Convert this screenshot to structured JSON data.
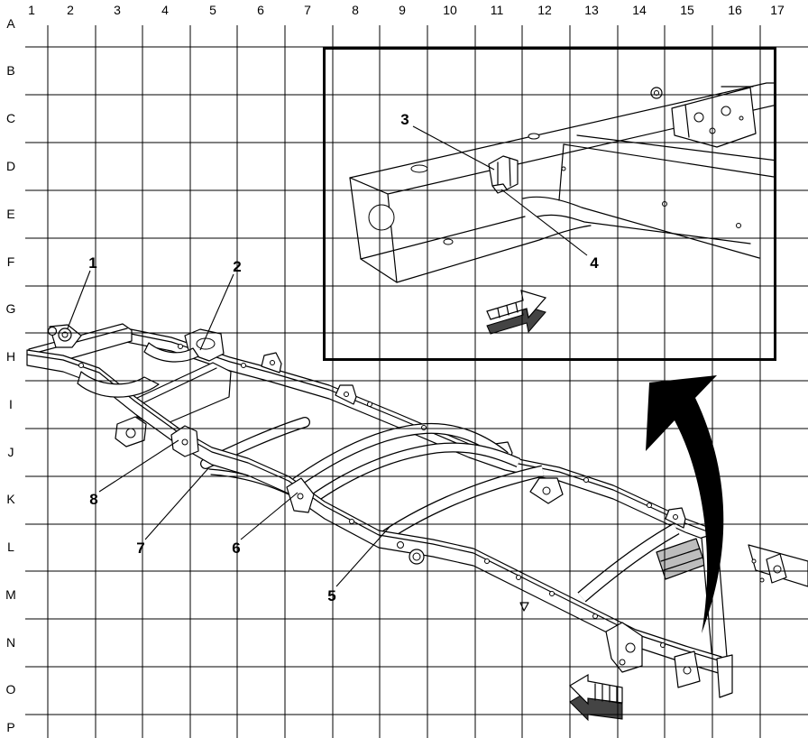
{
  "figure": {
    "grid": {
      "columns": [
        "1",
        "2",
        "3",
        "4",
        "5",
        "6",
        "7",
        "8",
        "9",
        "10",
        "11",
        "12",
        "13",
        "14",
        "15",
        "16",
        "17"
      ],
      "rows": [
        "A",
        "B",
        "C",
        "D",
        "E",
        "F",
        "G",
        "H",
        "I",
        "J",
        "K",
        "L",
        "M",
        "N",
        "O",
        "P"
      ]
    },
    "callouts": [
      "1",
      "2",
      "3",
      "4",
      "5",
      "6",
      "7",
      "8"
    ]
  },
  "icons": {
    "zoom_arrow": "curved-arrow-icon",
    "inset_view_arrow": "view-direction-arrow-icon",
    "main_view_arrow": "view-direction-arrow-icon"
  }
}
